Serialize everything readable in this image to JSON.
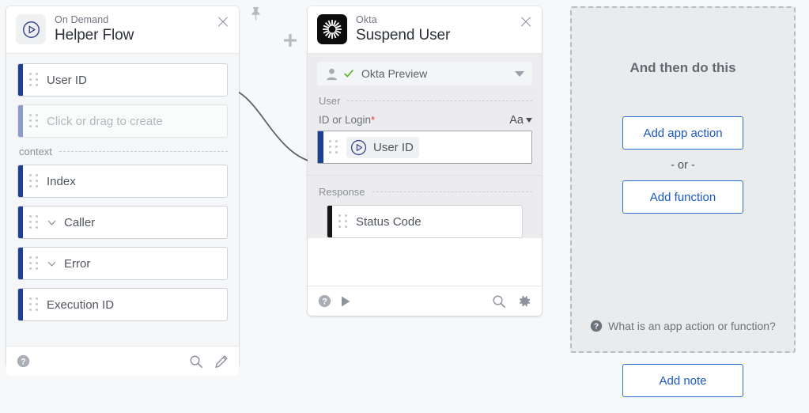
{
  "flow_card": {
    "icon": "play-circle-icon",
    "subtitle": "On Demand",
    "title": "Helper Flow",
    "close_label": "close-icon",
    "outputs": [
      {
        "label": "User ID",
        "style": "accent",
        "has_chevron": false
      },
      {
        "label": "Click or drag to create",
        "style": "ghost",
        "has_chevron": false
      }
    ],
    "divider_label": "context",
    "context_items": [
      {
        "label": "Index",
        "style": "accent",
        "has_chevron": false
      },
      {
        "label": "Caller",
        "style": "accent",
        "has_chevron": true
      },
      {
        "label": "Error",
        "style": "accent",
        "has_chevron": true
      },
      {
        "label": "Execution ID",
        "style": "accent",
        "has_chevron": false
      }
    ],
    "footer": {
      "help_icon": "help-icon",
      "search_icon": "search-icon",
      "edit_icon": "pencil-icon"
    }
  },
  "okta_card": {
    "icon": "okta-logo-icon",
    "subtitle": "Okta",
    "title": "Suspend User",
    "close_label": "close-icon",
    "connection": {
      "user_icon": "user-icon",
      "check_icon": "check-icon",
      "name": "Okta Preview",
      "caret": "chevron-down-icon"
    },
    "sections": [
      {
        "name": "User",
        "field_label": "ID or Login",
        "required_mark": "*",
        "format_toggle": "Aa",
        "token": {
          "icon": "play-circle-icon",
          "label": "User ID"
        }
      },
      {
        "name": "Response",
        "output": {
          "label": "Status Code",
          "style": "dark-accent"
        }
      }
    ],
    "footer": {
      "help_icon": "help-icon",
      "run_icon": "play-icon",
      "search_icon": "search-icon",
      "settings_icon": "gear-icon"
    }
  },
  "next_panel": {
    "title": "And then do this",
    "add_app_action": "Add app action",
    "or_text": "- or -",
    "add_function": "Add function",
    "help_icon": "help-icon",
    "help_text": "What is an app action or function?"
  },
  "add_note_button": "Add note",
  "canvas_controls": {
    "pin_icon": "pin-icon",
    "plus_icon": "plus-icon"
  },
  "colors": {
    "accent_navy": "#1d3f94",
    "ghost_accent": "#8b9ccb",
    "dark_accent": "#161616",
    "link_blue": "#1a57c4",
    "check_green": "#5bb82e",
    "required_red": "#e03b3b",
    "canvas_bg": "#f7f8f9"
  }
}
